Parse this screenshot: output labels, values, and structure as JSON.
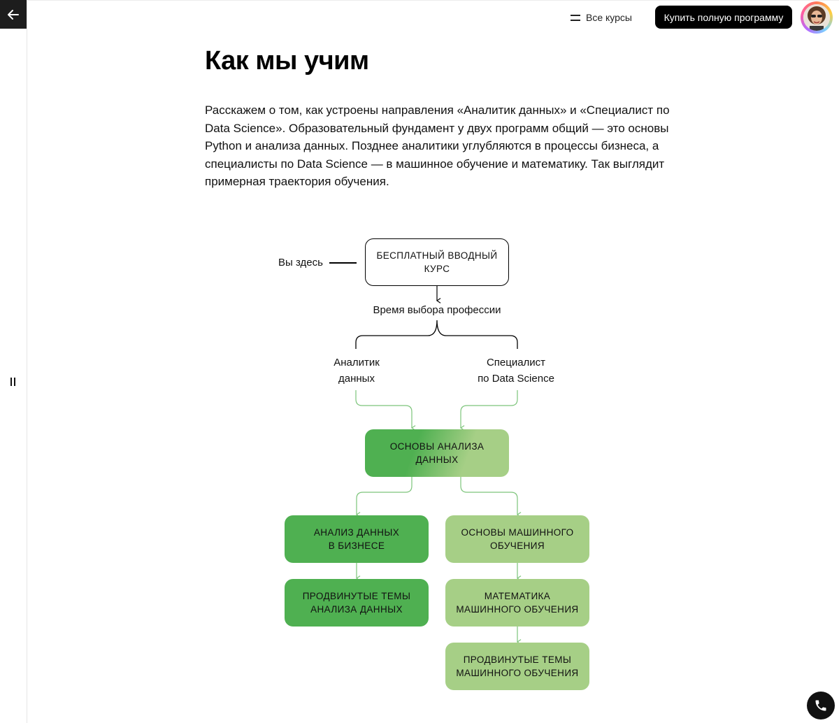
{
  "header": {
    "all_courses_label": "Все курсы",
    "buy_button_label": "Купить полную программу"
  },
  "main": {
    "title": "Как мы учим",
    "intro": "Расскажем о том, как устроены направления «Аналитик данных» и «Специалист по Data Science». Образовательный фундамент у двух программ общий — это основы Python и анализа данных. Позднее аналитики углубляются в процессы бизнеса, а специалисты по Data Science — в машинное обучение и математику. Так выглядит примерная траектория обучения."
  },
  "diagram": {
    "you_are_here": "Вы здесь",
    "free_course": [
      "Бесплатный вводный",
      "курс"
    ],
    "choice": "Время выбора профессии",
    "analyst": [
      "Аналитик",
      "данных"
    ],
    "ds": [
      "Специалист",
      "по Data Science"
    ],
    "basics": [
      "Основы анализа",
      "данных"
    ],
    "analyst_track": [
      [
        "Анализ данных",
        "в бизнесе"
      ],
      [
        "Продвинутые темы",
        "анализа данных"
      ]
    ],
    "ds_track": [
      [
        "Основы машинного",
        "обучения"
      ],
      [
        "Математика",
        "машинного обучения"
      ],
      [
        "Продвинутые темы",
        "машинного обучения"
      ]
    ]
  },
  "colors": {
    "green_dark": "#4fb051",
    "green_light": "#a6cf86",
    "connector_green": "#7cc47a",
    "black": "#000000"
  },
  "icons": {
    "back": "arrow-left-icon",
    "menu": "menu-icon",
    "pause": "pause-icon",
    "phone": "phone-icon"
  }
}
